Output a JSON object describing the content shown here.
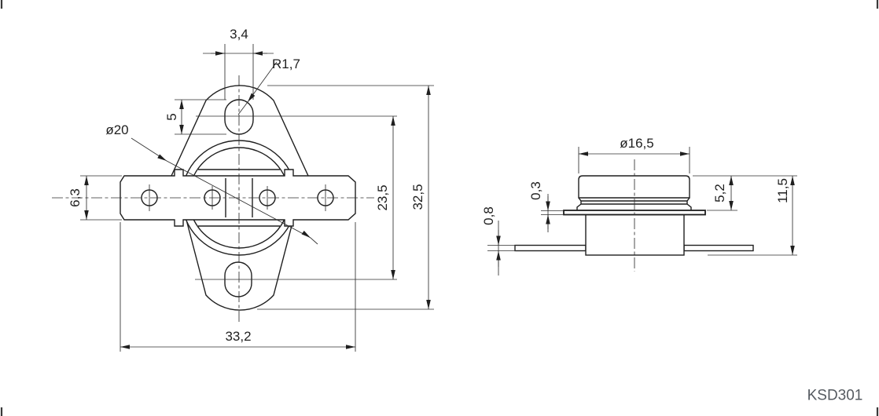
{
  "part_label": "KSD301",
  "colors": {
    "line": "#1f1f1f",
    "dim_line": "#2f2f2f",
    "part_label_text": "#565b61",
    "background": "#ffffff"
  },
  "front": {
    "name": "front-view",
    "dims": {
      "slot_width": "3,4",
      "hole_radius": "R1,7",
      "slot_height": "5",
      "body_diameter": "ø20",
      "terminal_strip_width": "6,3",
      "overall_width": "33,2",
      "hole_spacing": "23,5",
      "overall_height": "32,5"
    }
  },
  "side": {
    "name": "side-view",
    "dims": {
      "cap_diameter": "ø16,5",
      "plate_thickness": "0,3",
      "terminal_thickness": "0,8",
      "cap_height": "5,2",
      "total_height": "11,5"
    }
  }
}
